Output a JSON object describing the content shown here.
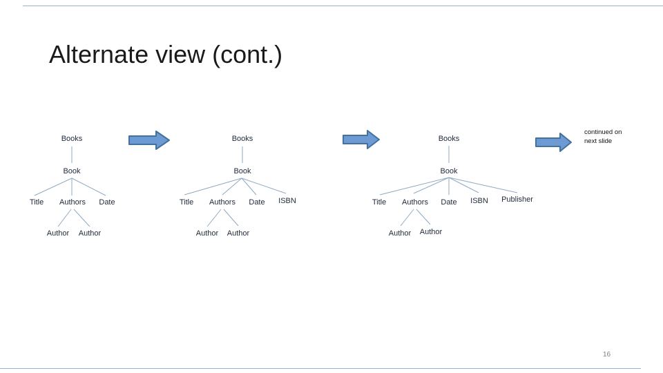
{
  "slide": {
    "title": "Alternate view (cont.)",
    "page_number": "16",
    "continued_note": "continued on next slide"
  },
  "colors": {
    "accent_fill": "#6d9ad3",
    "accent_stroke": "#41719c",
    "connector": "#8fa9c2",
    "node_text": "#1f2838",
    "title_text": "#1a1a1a",
    "note_text": "#111111",
    "page_number_text": "#7f7f7f",
    "border_line": "#94b2d5"
  },
  "trees": [
    {
      "root": "Books",
      "child": "Book",
      "fields": [
        "Title",
        "Authors",
        "Date"
      ],
      "authors_children": [
        "Author",
        "Author"
      ]
    },
    {
      "root": "Books",
      "child": "Book",
      "fields": [
        "Title",
        "Authors",
        "Date",
        "ISBN"
      ],
      "authors_children": [
        "Author",
        "Author"
      ]
    },
    {
      "root": "Books",
      "child": "Book",
      "fields": [
        "Title",
        "Authors",
        "Date",
        "ISBN",
        "Publisher"
      ],
      "authors_children": [
        "Author",
        "Author"
      ]
    }
  ]
}
